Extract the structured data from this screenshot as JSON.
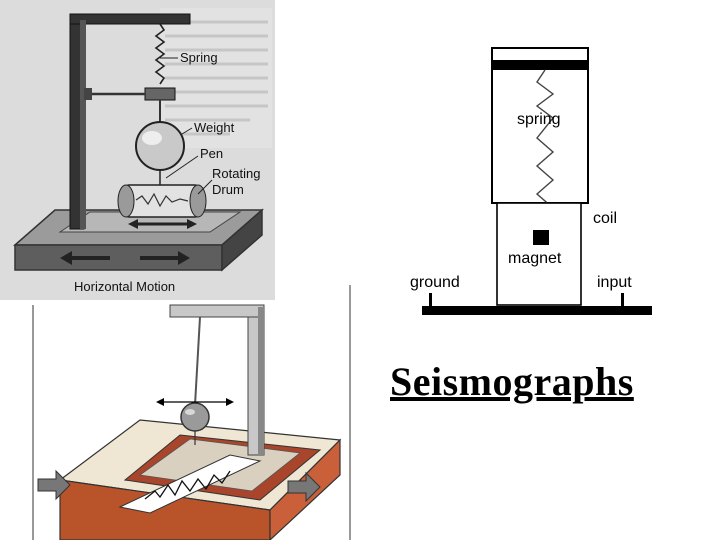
{
  "title": "Seismographs",
  "drum_diagram": {
    "labels": {
      "spring": "Spring",
      "weight": "Weight",
      "pen": "Pen",
      "rotating": "Rotating",
      "drum": "Drum",
      "horizontal_motion": "Horizontal Motion"
    }
  },
  "coil_diagram": {
    "labels": {
      "spring": "spring",
      "coil": "coil",
      "magnet": "magnet",
      "ground": "ground",
      "input": "input"
    }
  }
}
